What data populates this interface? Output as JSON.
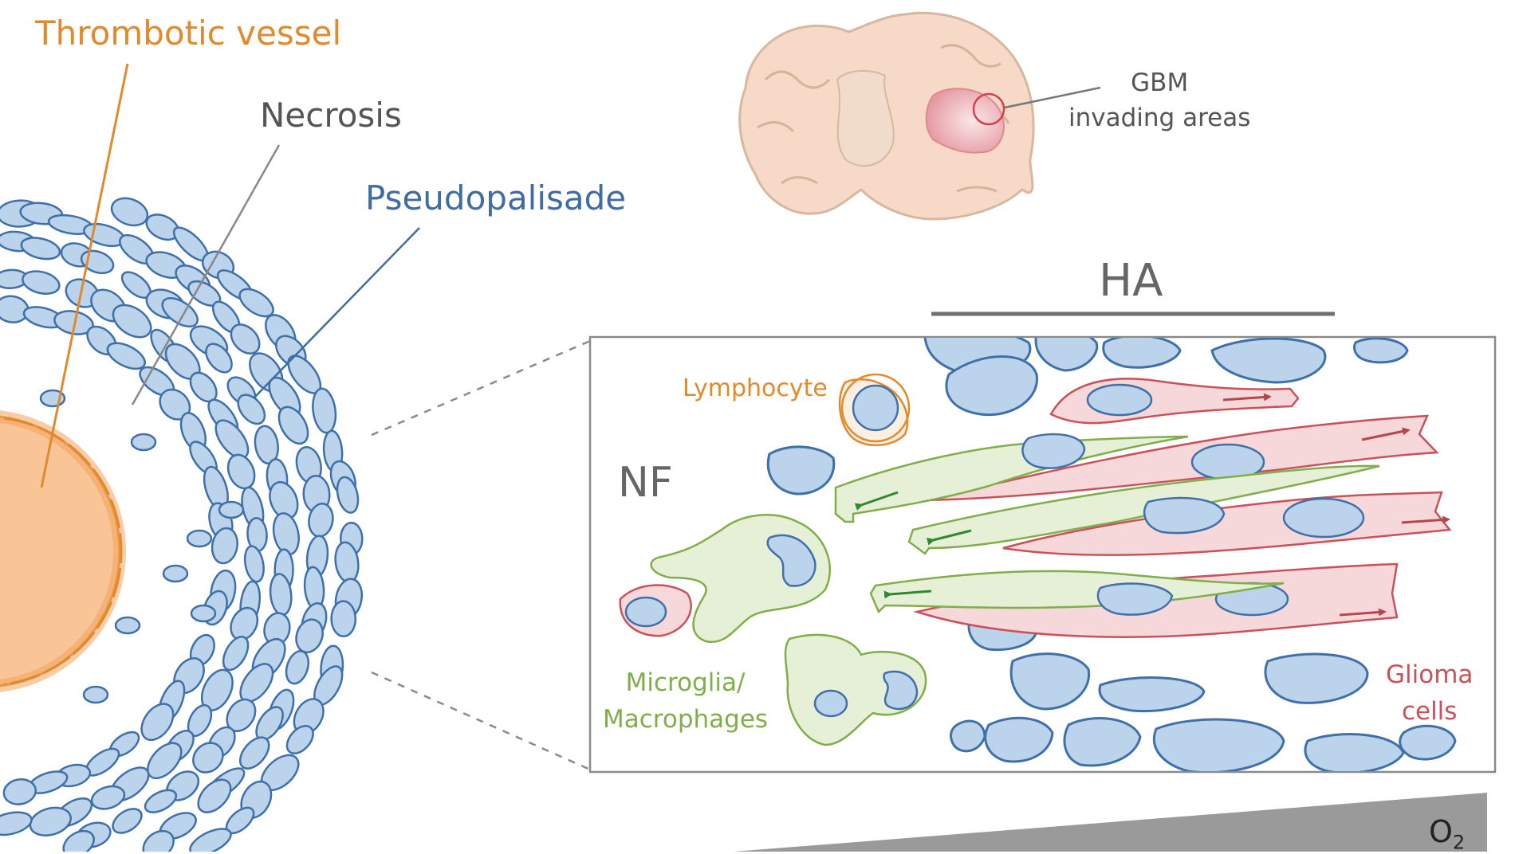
{
  "colors": {
    "thrombotic": "#e08a2c",
    "necrosis": "#555555",
    "pseudopalisade": "#3f6da1",
    "cell_fill": "#bcd3ec",
    "cell_stroke": "#3f70a8",
    "glioma": "#c9515a",
    "microglia": "#7fae4a",
    "lymphocyte": "#e08a2c",
    "brain": "#f6d9c6",
    "tumor": "#e9a6ad",
    "panel_border": "#8a8a8a",
    "gradient": "#9a9a9a"
  },
  "labels": {
    "thrombotic_vessel": "Thrombotic vessel",
    "necrosis": "Necrosis",
    "pseudopalisade": "Pseudopalisade",
    "gbm_line1": "GBM",
    "gbm_line2": "invading areas",
    "ha": "HA",
    "nf": "NF",
    "lymphocyte": "Lymphocyte",
    "microglia_line1": "Microglia/",
    "microglia_line2": "Macrophages",
    "glioma_line1": "Glioma",
    "glioma_line2": "cells",
    "o2_base": "O",
    "o2_sub": "2"
  },
  "icons": {
    "brain": "brain-coronal-section-icon",
    "vessel": "thrombotic-vessel-icon",
    "arrows": "migration-arrow-icon"
  }
}
